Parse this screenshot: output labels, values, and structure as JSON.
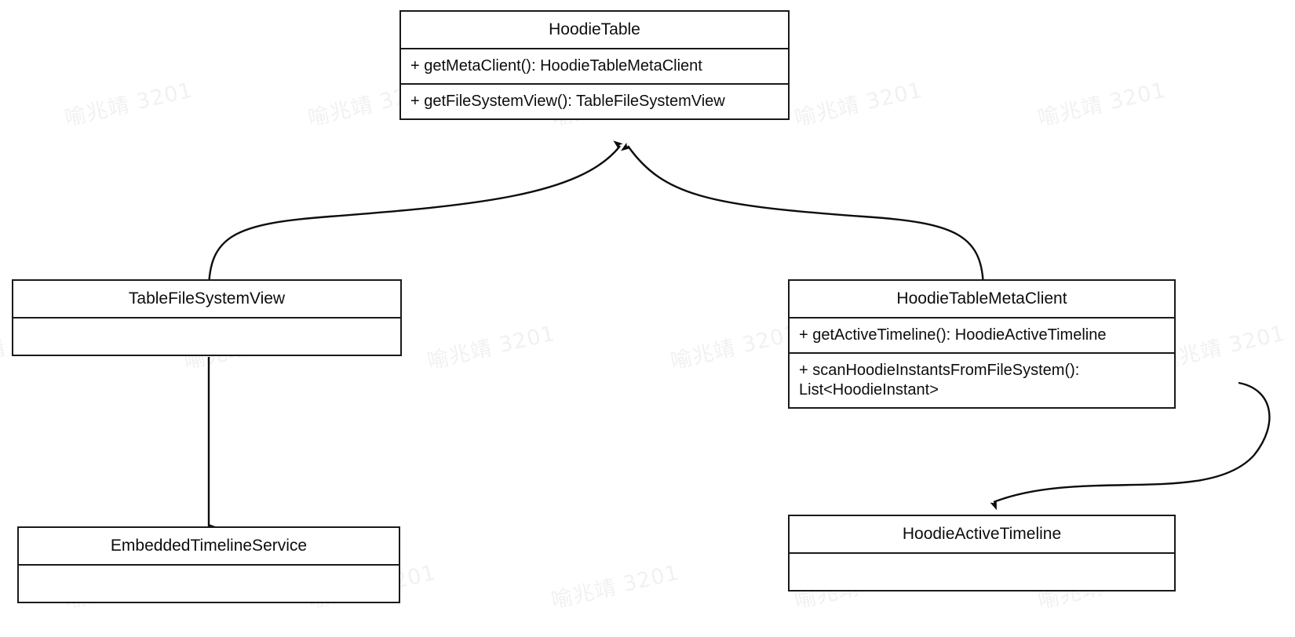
{
  "diagram": {
    "type": "uml-class-diagram",
    "background_color": "#ffffff",
    "line_color": "#1a1a1a",
    "text_color": "#0d0d0d",
    "watermark": {
      "text": "喻兆靖 3201",
      "color": "#f0f1f2",
      "rotation_deg": -13
    }
  },
  "classes": [
    {
      "id": "hoodie-table",
      "name": "HoodieTable",
      "members": [
        "+ getMetaClient(): HoodieTableMetaClient",
        "+ getFileSystemView(): TableFileSystemView"
      ]
    },
    {
      "id": "table-file-system-view",
      "name": "TableFileSystemView",
      "members": []
    },
    {
      "id": "hoodie-table-meta-client",
      "name": "HoodieTableMetaClient",
      "members": [
        "+ getActiveTimeline(): HoodieActiveTimeline",
        "+ scanHoodieInstantsFromFileSystem():\nList<HoodieInstant>"
      ]
    },
    {
      "id": "embedded-timeline-service",
      "name": "EmbeddedTimelineService",
      "members": []
    },
    {
      "id": "hoodie-active-timeline",
      "name": "HoodieActiveTimeline",
      "members": []
    }
  ],
  "edges": [
    {
      "id": "edge-tablefilesystemview-to-hoodietable",
      "from": "table-file-system-view",
      "to": "hoodie-table",
      "style": "curved-arrow",
      "arrow_at": "to"
    },
    {
      "id": "edge-hoodietablemetaclient-to-hoodietable",
      "from": "hoodie-table-meta-client",
      "to": "hoodie-table",
      "style": "curved-arrow",
      "arrow_at": "to"
    },
    {
      "id": "edge-tablefilesystemview-to-embeddedtimelineservice",
      "from": "table-file-system-view",
      "to": "embedded-timeline-service",
      "style": "straight-arrow",
      "arrow_at": "to"
    },
    {
      "id": "edge-hoodietablemetaclient-to-hoodieactivetimeline",
      "from": "hoodie-table-meta-client",
      "to": "hoodie-active-timeline",
      "style": "curved-arrow",
      "arrow_at": "to"
    }
  ]
}
